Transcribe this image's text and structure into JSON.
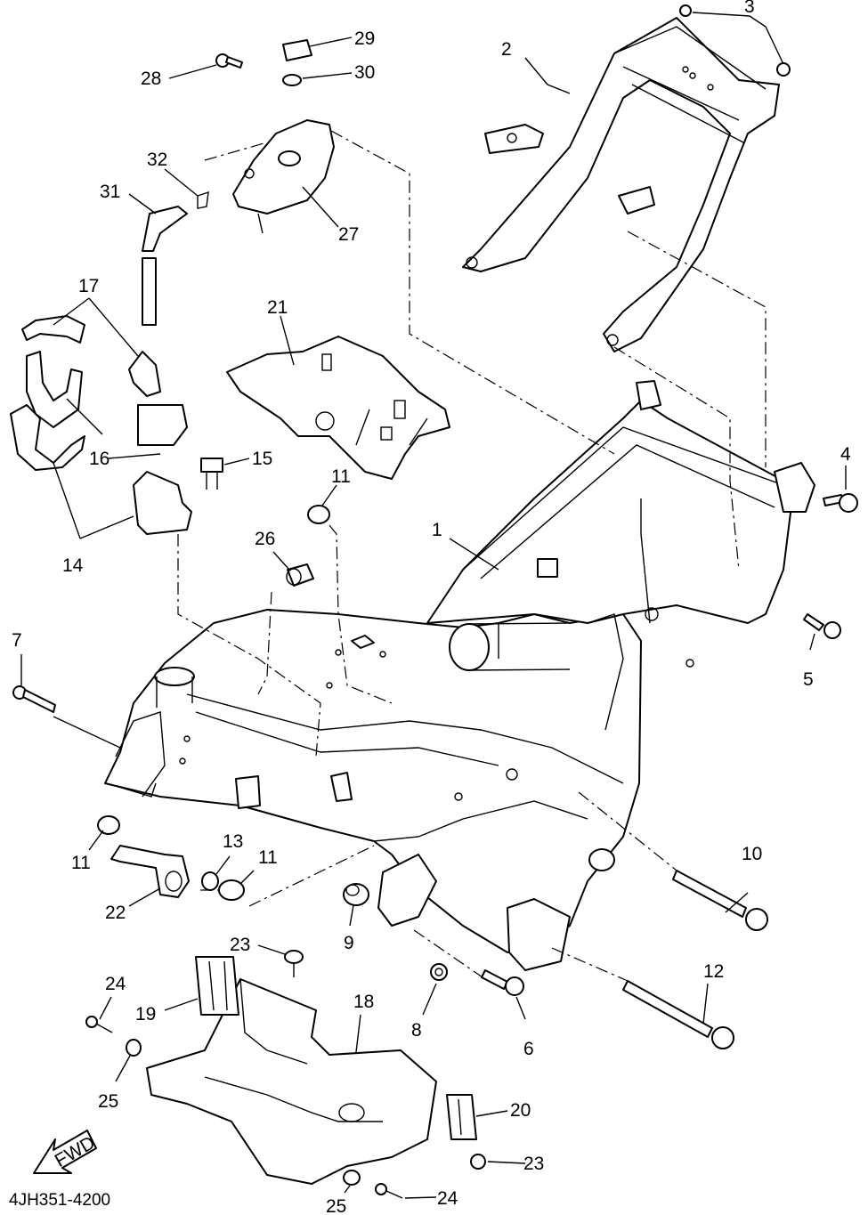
{
  "diagram_code": "4JH351-4200",
  "fwd_label": "FWD",
  "labels": {
    "n1": "1",
    "n2": "2",
    "n3": "3",
    "n4": "4",
    "n5": "5",
    "n6": "6",
    "n7": "7",
    "n8": "8",
    "n9": "9",
    "n10": "10",
    "n11a": "11",
    "n11b": "11",
    "n11c": "11",
    "n12": "12",
    "n13": "13",
    "n14": "14",
    "n15": "15",
    "n16": "16",
    "n17": "17",
    "n18": "18",
    "n19": "19",
    "n20": "20",
    "n21": "21",
    "n22": "22",
    "n23a": "23",
    "n23b": "23",
    "n24a": "24",
    "n24b": "24",
    "n25a": "25",
    "n25b": "25",
    "n26": "26",
    "n27": "27",
    "n28": "28",
    "n29": "29",
    "n30": "30",
    "n31": "31",
    "n32": "32"
  }
}
